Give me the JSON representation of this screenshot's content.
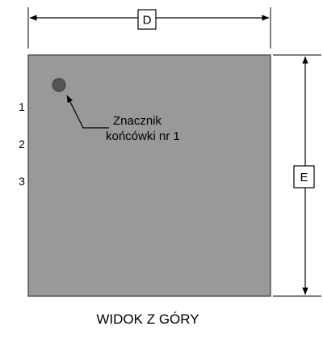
{
  "diagram": {
    "width_label": "D",
    "height_label": "E",
    "pin_labels": [
      "1",
      "2",
      "3"
    ],
    "marker_callout": [
      "Znacznik",
      "końcówki nr 1"
    ],
    "caption": "WIDOK Z GÓRY",
    "colors": {
      "body": "#999999",
      "body_border": "#555555",
      "marker": "#555555",
      "line": "#000000"
    }
  }
}
